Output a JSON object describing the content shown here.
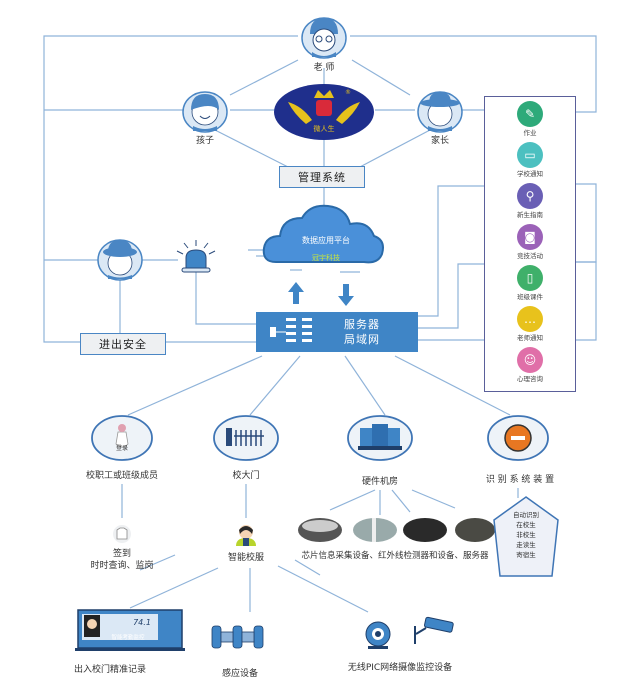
{
  "diagram": {
    "colors": {
      "line": "#8fb3d9",
      "line_dark": "#4a86c4",
      "server": "#3f85c6",
      "cloud": "#4a90d9",
      "logo_bg": "#1f2f8c",
      "logo_gold": "#e6c21c",
      "panel_border": "#5a5f9a",
      "cloud_sub": "#c8e63c"
    },
    "people": {
      "teacher": "老 师",
      "child": "孩子",
      "parent": "家长"
    },
    "logo": {
      "text": "微人生",
      "mark": "®"
    },
    "management_box": "管理系统",
    "cloud": {
      "title": "数据应用平台",
      "subtitle": "冠宇科技"
    },
    "server": {
      "line1": "服务器",
      "line2": "局域网"
    },
    "security_box": "进出安全",
    "apps": [
      {
        "label": "作业",
        "color": "#2eaa7a",
        "icon": "pencil-icon",
        "glyph": "✎"
      },
      {
        "label": "学校通知",
        "color": "#4cc0c0",
        "icon": "screen-icon",
        "glyph": "▭"
      },
      {
        "label": "新生指南",
        "color": "#6a5fb5",
        "icon": "magnifier-icon",
        "glyph": "⚲"
      },
      {
        "label": "竞技活动",
        "color": "#9b62b8",
        "icon": "gamepad-icon",
        "glyph": "◙"
      },
      {
        "label": "班级课件",
        "color": "#3fb06a",
        "icon": "document-icon",
        "glyph": "▯"
      },
      {
        "label": "老师通知",
        "color": "#e8c21c",
        "icon": "message-icon",
        "glyph": "…"
      },
      {
        "label": "心理咨询",
        "color": "#e06fa8",
        "icon": "smiley-icon",
        "glyph": "☺"
      }
    ],
    "nodes": {
      "staff": {
        "label": "校职工或班级成员",
        "inner": "登录"
      },
      "gate": {
        "label": "校大门"
      },
      "machine_room": {
        "label": "硬件机房"
      },
      "recognition": {
        "label": "识 别 系 统 装 置"
      }
    },
    "checkin": {
      "line1": "签到",
      "line2": "时时查询、监岗"
    },
    "smart_uniform": "智能校服",
    "hardware_caption": "芯片信息采集设备、红外线检测器和设备、服务器",
    "recognition_list": [
      "自动识别",
      "在校生",
      "非校生",
      "走读生",
      "寄宿生"
    ],
    "bottom": {
      "record": {
        "label": "出入校门精准记录",
        "screen_text": "智能考勤监控",
        "temp": "74.1"
      },
      "sensor": {
        "label": "感应设备"
      },
      "camera": {
        "label": "无线PIC网络摄像监控设备"
      }
    }
  }
}
